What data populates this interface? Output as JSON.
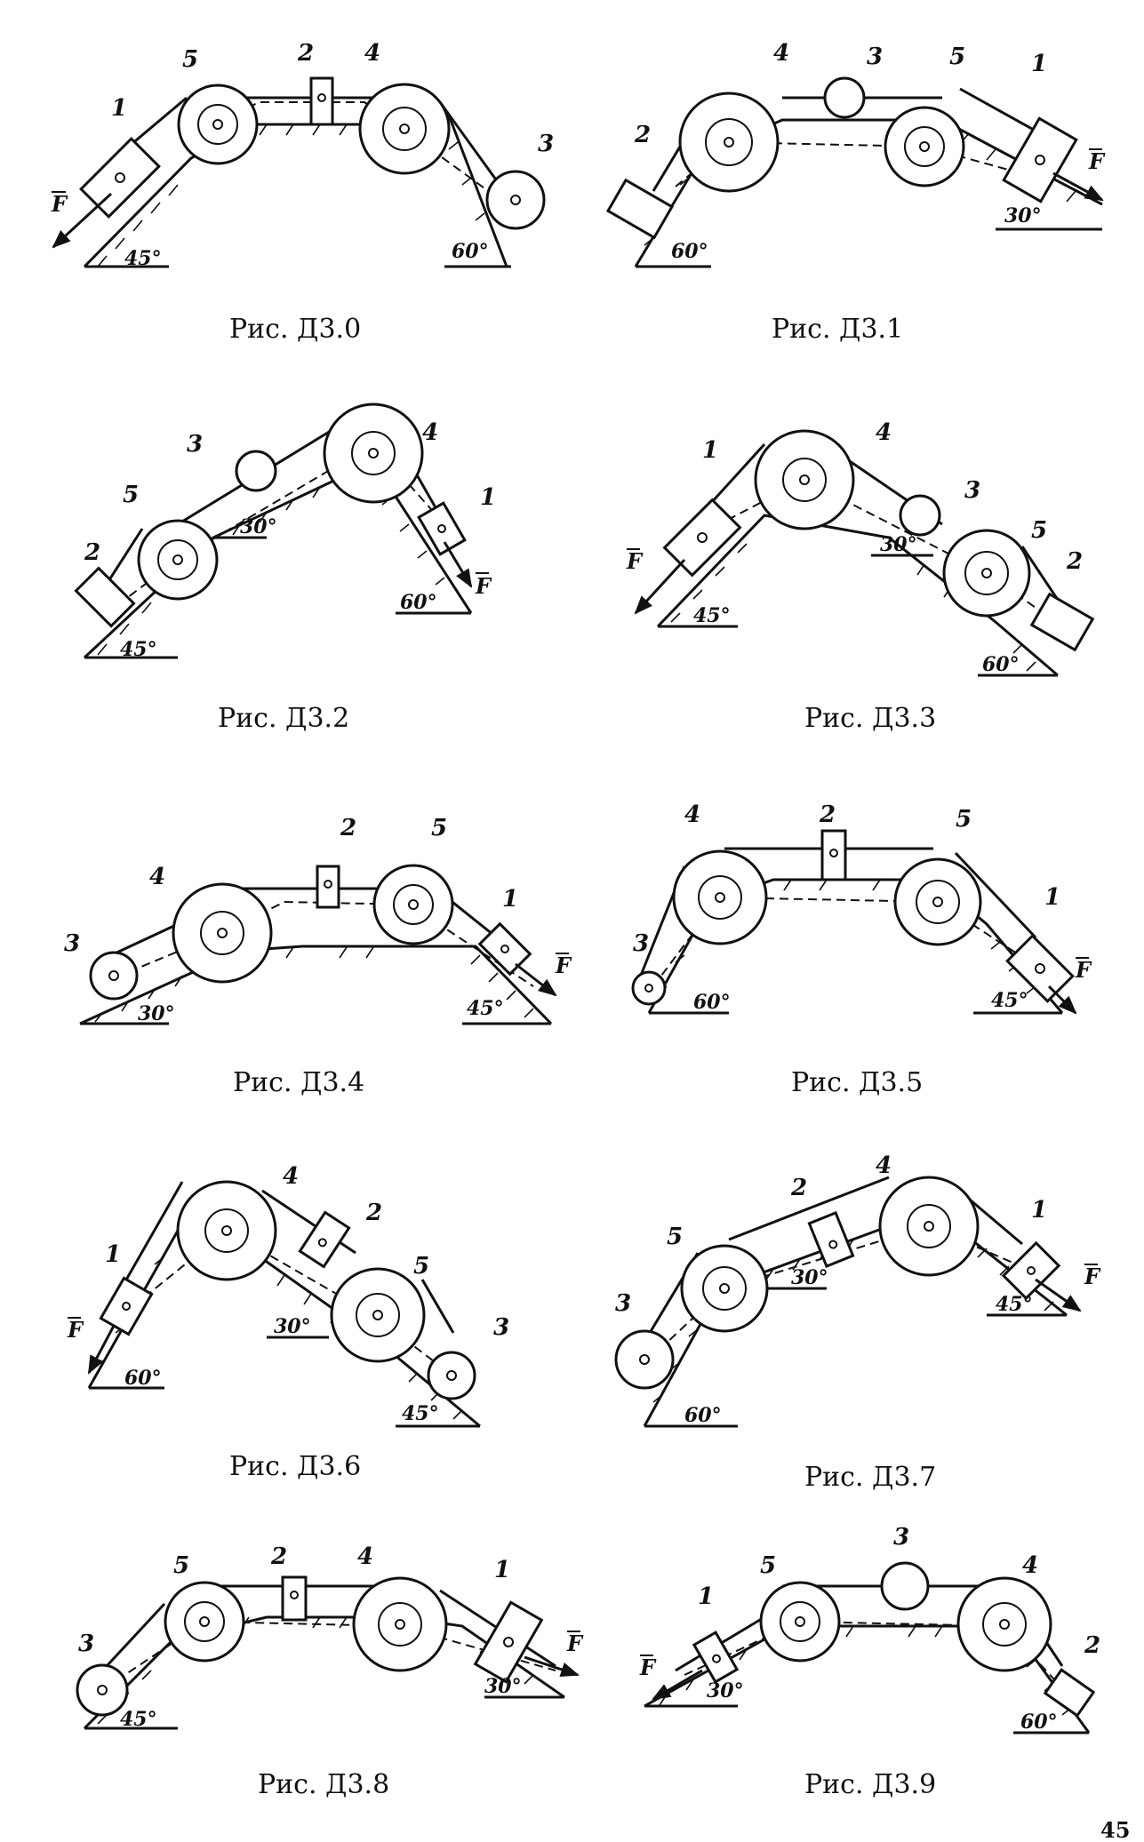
{
  "figures": [
    {
      "caption": "Рис. Д3.0",
      "labels": {
        "1": "1",
        "2": "2",
        "3": "3",
        "4": "4",
        "5": "5"
      },
      "angles": [
        "45°",
        "60°"
      ],
      "force": "F"
    },
    {
      "caption": "Рис. Д3.1",
      "labels": {
        "1": "1",
        "2": "2",
        "3": "3",
        "4": "4",
        "5": "5"
      },
      "angles": [
        "60°",
        "30°"
      ],
      "force": "F"
    },
    {
      "caption": "Рис. Д3.2",
      "labels": {
        "1": "1",
        "2": "2",
        "3": "3",
        "4": "4",
        "5": "5"
      },
      "angles": [
        "45°",
        "30°",
        "60°"
      ],
      "force": "F"
    },
    {
      "caption": "Рис. Д3.3",
      "labels": {
        "1": "1",
        "2": "2",
        "3": "3",
        "4": "4",
        "5": "5"
      },
      "angles": [
        "45°",
        "30°",
        "60°"
      ],
      "force": "F"
    },
    {
      "caption": "Рис. Д3.4",
      "labels": {
        "1": "1",
        "2": "2",
        "3": "3",
        "4": "4",
        "5": "5"
      },
      "angles": [
        "30°",
        "45°"
      ],
      "force": "F"
    },
    {
      "caption": "Рис. Д3.5",
      "labels": {
        "1": "1",
        "2": "2",
        "3": "3",
        "4": "4",
        "5": "5"
      },
      "angles": [
        "60°",
        "45°"
      ],
      "force": "F"
    },
    {
      "caption": "Рис. Д3.6",
      "labels": {
        "1": "1",
        "2": "2",
        "3": "3",
        "4": "4",
        "5": "5"
      },
      "angles": [
        "60°",
        "30°",
        "45°"
      ],
      "force": "F"
    },
    {
      "caption": "Рис. Д3.7",
      "labels": {
        "1": "1",
        "2": "2",
        "3": "3",
        "4": "4",
        "5": "5"
      },
      "angles": [
        "60°",
        "30°",
        "45°"
      ],
      "force": "F"
    },
    {
      "caption": "Рис. Д3.8",
      "labels": {
        "1": "1",
        "2": "2",
        "3": "3",
        "4": "4",
        "5": "5"
      },
      "angles": [
        "45°",
        "30°"
      ],
      "force": "F"
    },
    {
      "caption": "Рис. Д3.9",
      "labels": {
        "1": "1",
        "2": "2",
        "3": "3",
        "4": "4",
        "5": "5"
      },
      "angles": [
        "30°",
        "60°"
      ],
      "force": "F"
    }
  ],
  "page_number": "45"
}
